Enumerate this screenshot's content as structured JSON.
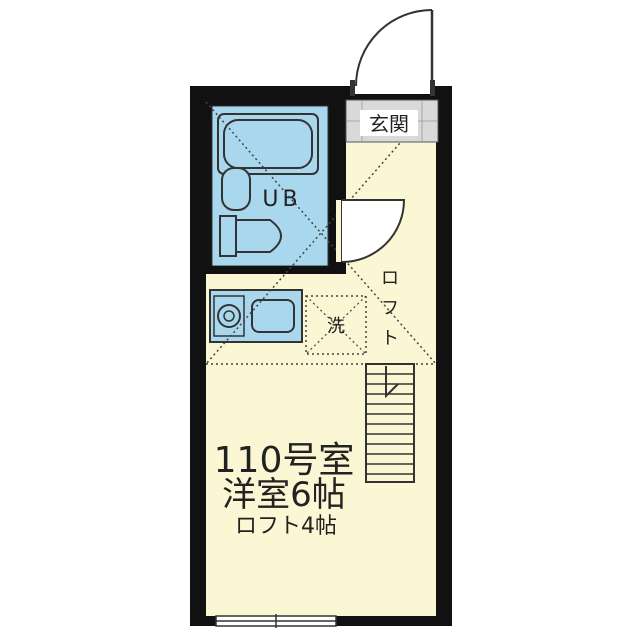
{
  "labels": {
    "entrance": "玄関",
    "unit_bath": "UB",
    "laundry": "洗",
    "loft_vertical": [
      "ロ",
      "フ",
      "ト"
    ],
    "room_number": "110号室",
    "room_size": "洋室6帖",
    "loft_size": "ロフト4帖"
  },
  "colors": {
    "wall": "#111111",
    "floor": "#fbf7d4",
    "bath": "#a9d8ee",
    "entrance_tile": "#d9d9d9",
    "dotted_line": "#444444"
  }
}
